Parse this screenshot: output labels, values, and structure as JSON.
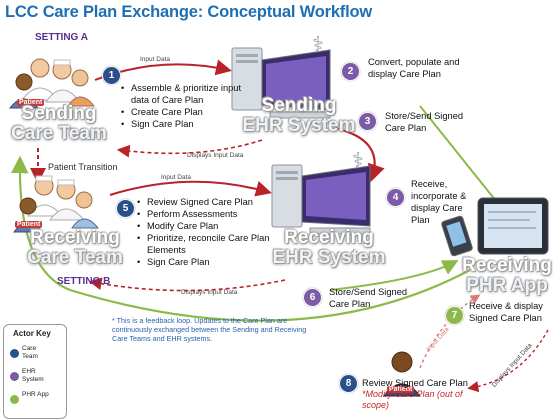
{
  "title": "LCC Care Plan Exchange: Conceptual Workflow",
  "settings": {
    "a": "SETTING A",
    "b": "SETTING B"
  },
  "actors": {
    "sending_care_team": [
      "Sending",
      "Care Team"
    ],
    "sending_ehr": [
      "Sending",
      "EHR System"
    ],
    "receiving_care_team": [
      "Receiving",
      "Care Team"
    ],
    "receiving_ehr": [
      "Receiving",
      "EHR System"
    ],
    "receiving_phr": [
      "Receiving",
      "PHR App"
    ],
    "patient": "Patient"
  },
  "steps": [
    {
      "num": "1",
      "color": "#2a4f8a",
      "items": [
        "Assemble & prioritize input data of Care Plan",
        "Create Care Plan",
        "Sign Care Plan"
      ]
    },
    {
      "num": "2",
      "color": "#7b5aa6",
      "text": "Convert, populate and display Care Plan"
    },
    {
      "num": "3",
      "color": "#7b5aa6",
      "text": "Store/Send Signed Care Plan"
    },
    {
      "num": "4",
      "color": "#7b5aa6",
      "text": "Receive, incorporate & display Care Plan"
    },
    {
      "num": "5",
      "color": "#2a4f8a",
      "items": [
        "Review Signed Care Plan",
        "Perform Assessments",
        "Modify Care Plan",
        "Prioritize, reconcile Care Plan Elements",
        "Sign Care Plan"
      ]
    },
    {
      "num": "6",
      "color": "#7b5aa6",
      "text": "Store/Send Signed Care Plan"
    },
    {
      "num": "7",
      "color": "#8cba4a",
      "text": "Receive & display Signed Care Plan"
    },
    {
      "num": "8",
      "color": "#2a4f8a",
      "text": "Review Signed Care Plan",
      "note": "*Modify Care Plan (out of scope)"
    }
  ],
  "arrow_labels": {
    "input_data_1": "Input Data",
    "displays_input_1": "Displays Input Data",
    "patient_transition": "Patient Transition",
    "input_data_5": "Input Data",
    "displays_input_5": "Displays Input Data",
    "input_data_8": "Input Data",
    "displays_input_8": "Displays Input Data"
  },
  "feedback_note": "* This is a feedback loop. Updates to the Care Plan are continuously exchanged between the Sending and Receiving Care Teams and EHR systems.",
  "actor_key": {
    "title": "Actor Key",
    "items": [
      {
        "label": "Care Team",
        "color": "#2a4f8a"
      },
      {
        "label": "EHR System",
        "color": "#7b5aa6"
      },
      {
        "label": "PHR App",
        "color": "#8cba4a"
      }
    ]
  },
  "colors": {
    "title": "#1f6fb2",
    "arrow_red": "#b8232a",
    "arrow_green": "#8cba4a",
    "setting": "#5b2d91",
    "note": "#2a5fb0"
  }
}
